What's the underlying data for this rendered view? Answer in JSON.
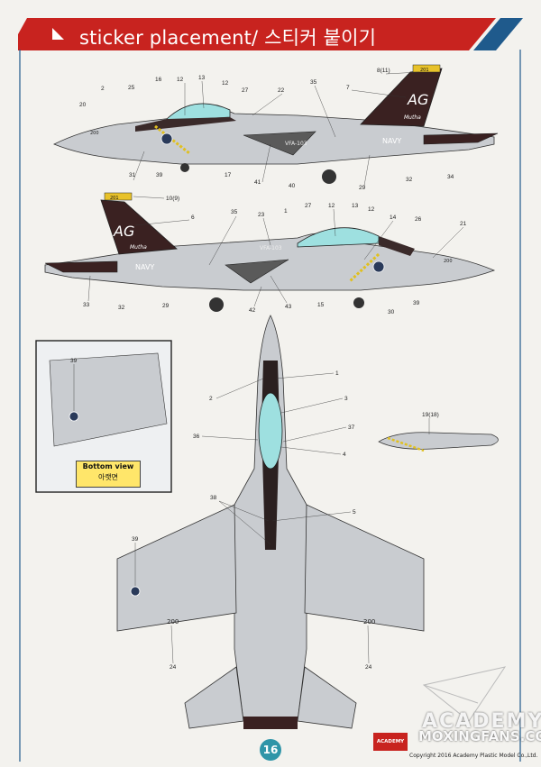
{
  "header": {
    "title": "sticker placement/ 스티커 붙이기",
    "banner_color": "#c8231f",
    "accent_color": "#1f5a8c"
  },
  "markings": {
    "squadron_code": "VFA-103",
    "service": "NAVY",
    "tail_letters": "AG",
    "tail_script": "Mutha",
    "modex": "200",
    "modex_tip": "201",
    "modex_tip_right": "200"
  },
  "callouts": {
    "top_profile": [
      "8(11)",
      "7",
      "35",
      "25",
      "16",
      "12",
      "13",
      "12",
      "27",
      "22",
      "2",
      "20",
      "31",
      "39",
      "17",
      "41",
      "40",
      "29",
      "32",
      "34"
    ],
    "bottom_profile": [
      "10(9)",
      "6",
      "35",
      "23",
      "1",
      "27",
      "12",
      "13",
      "12",
      "14",
      "26",
      "21",
      "33",
      "32",
      "29",
      "42",
      "43",
      "15",
      "30",
      "39"
    ],
    "plan_view": [
      "1",
      "2",
      "3",
      "37",
      "36",
      "4",
      "5",
      "38",
      "39",
      "24",
      "24"
    ],
    "inset": [
      "39"
    ],
    "tank": [
      "19(18)"
    ]
  },
  "inset": {
    "label_en": "Bottom view",
    "label_ko": "아랫면"
  },
  "footer": {
    "page_number": "16",
    "brand": "ACADEMY",
    "brand_small": "ACADEMY",
    "copyright": "Copyright 2016 Academy Plastic Model Co.,Ltd.",
    "watermark": "MOXINGFANS.COM"
  }
}
